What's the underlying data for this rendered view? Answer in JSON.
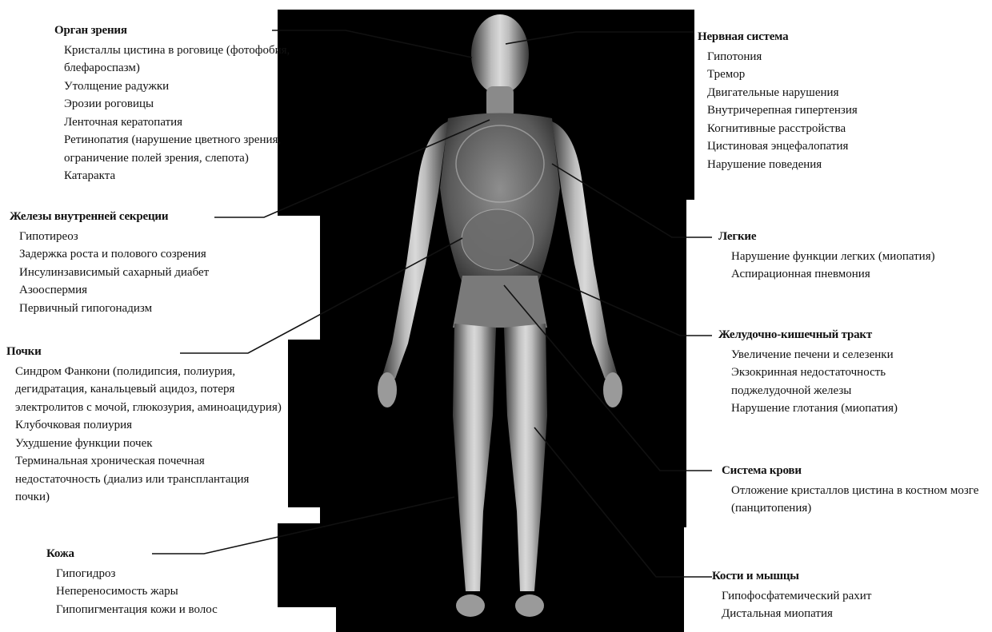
{
  "sections": {
    "eye": {
      "title": "Орган зрения",
      "items": [
        "Кристаллы цистина в роговице (фотофобия, блефароспазм)",
        "Утолщение радужки",
        "Эрозии роговицы",
        "Ленточная кератопатия",
        "Ретинопатия (нарушение цветного зрения, ограничение полей зрения, слепота)",
        "Катаракта"
      ]
    },
    "endocrine": {
      "title": "Железы внутренней секреции",
      "items": [
        "Гипотиреоз",
        "Задержка роста и полового созрения",
        "Инсулинзависимый сахарный диабет",
        "Азооспермия",
        "Первичный гипогонадизм"
      ]
    },
    "kidneys": {
      "title": "Почки",
      "items": [
        "Синдром Фанкони (полидипсия, полиурия, дегидратация, канальцевый ацидоз, потеря электролитов с мочой, глюкозурия, аминоацидурия)",
        "Клубочковая полиурия",
        "Ухудшение функции почек",
        "Терминальная хроническая почечная недостаточность (диализ или трансплантация почки)"
      ]
    },
    "skin": {
      "title": "Кожа",
      "items": [
        "Гипогидроз",
        "Непереносимость жары",
        "Гипопигментация кожи и волос"
      ]
    },
    "nervous": {
      "title": "Нервная система",
      "items": [
        "Гипотония",
        "Тремор",
        "Двигательные нарушения",
        "Внутричерепная гипертензия",
        "Когнитивные расстройства",
        "Цистиновая энцефалопатия",
        "Нарушение поведения"
      ]
    },
    "lungs": {
      "title": "Легкие",
      "items": [
        "Нарушение функции легких (миопатия)",
        "Аспирационная пневмония"
      ]
    },
    "gi": {
      "title": "Желудочно-кишечный тракт",
      "items": [
        "Увеличение печени и селезенки",
        "Экзокринная недостаточность поджелудочной железы",
        "Нарушение глотания (миопатия)"
      ]
    },
    "blood": {
      "title": "Система крови",
      "items": [
        "Отложение кристаллов цистина в костном мозге (панцитопения)"
      ]
    },
    "bones": {
      "title": "Кости и мышцы",
      "items": [
        "Гипофосфатемический рахит",
        "Дистальная миопатия"
      ]
    }
  }
}
